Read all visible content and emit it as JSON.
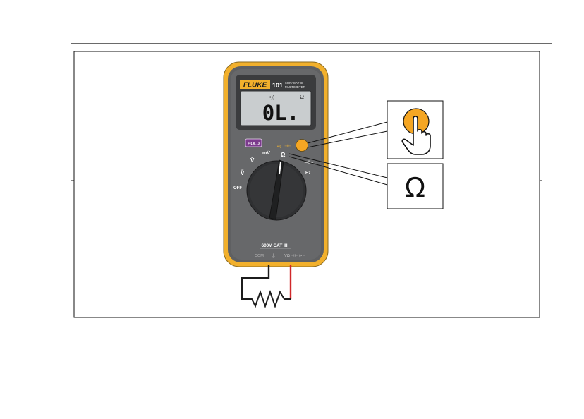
{
  "meter": {
    "brand": "FLUKE",
    "model": "101",
    "rating_line1": "600V CAT III",
    "rating_line2": "MULTIMETER",
    "display_reading": "0L.",
    "display_beep_symbol": "•))",
    "display_ohm_symbol": "Ω",
    "hold_label": "HOLD",
    "dial": {
      "off": "OFF",
      "v_ac": "Ṽ",
      "v_dc": "V̄",
      "mv": "mV̄",
      "ohm": "Ω",
      "cap": "⊣⊢",
      "hz": "Hz"
    },
    "terminal_rating": "600V CAT III",
    "terminal_com": "COM",
    "terminal_input": "VΩ ⊣⊢ ⊳⊢"
  },
  "callouts": {
    "ohm_box_symbol": "Ω",
    "press_icon": "hand-press-icon"
  },
  "colors": {
    "holster": "#f2b02c",
    "body": "#5f6062",
    "lcd": "#c9cdcf",
    "button_yellow": "#f5a623",
    "hold_purple": "#7b3a8c",
    "lead_red": "#d0282a",
    "lead_black": "#1c1c1c"
  }
}
